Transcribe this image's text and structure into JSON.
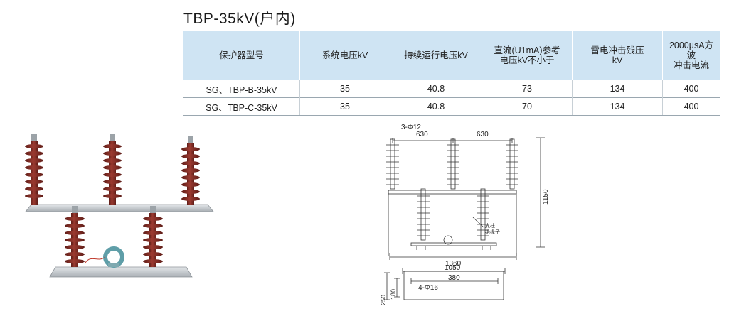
{
  "title": "TBP-35kV(户内)",
  "table": {
    "headers": [
      {
        "line1": "保护器型号",
        "line2": ""
      },
      {
        "line1": "系统电压kV",
        "line2": ""
      },
      {
        "line1": "持续运行电压kV",
        "line2": ""
      },
      {
        "line1": "直流(U1mA)参考",
        "line2": "电压kV不小于"
      },
      {
        "line1": "雷电冲击残压",
        "line2": "kV"
      },
      {
        "line1": "2000μsA方波",
        "line2": "冲击电流"
      }
    ],
    "rows": [
      [
        "SG、TBP-B-35kV",
        "35",
        "40.8",
        "73",
        "134",
        "400"
      ],
      [
        "SG、TBP-C-35kV",
        "35",
        "40.8",
        "70",
        "134",
        "400"
      ]
    ]
  },
  "drawing": {
    "hole_top": "3-Φ12",
    "spacing_left": "630",
    "spacing_right": "630",
    "height": "1150",
    "width_total": "1360",
    "label_support_1": "支柱",
    "label_support_2": "绝缘子",
    "base_length": "1050",
    "base_inner": "380",
    "base_holes": "4-Φ16",
    "base_depth_outer": "250",
    "base_depth_inner": "180"
  },
  "colors": {
    "header_bg": "#cfe4f3",
    "insulator_brown": "#8a2f28",
    "insulator_dark": "#5e1d18",
    "metal": "#c7ccd0"
  }
}
